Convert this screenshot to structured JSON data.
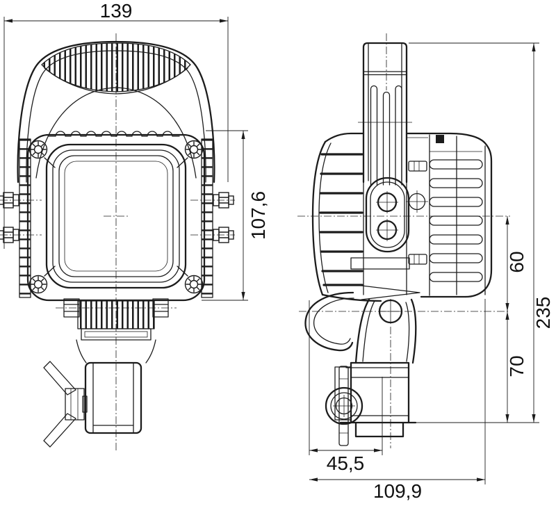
{
  "drawing": {
    "type": "technical-drawing-2-views",
    "views": {
      "front": "front-view",
      "side": "side-view"
    },
    "colors": {
      "line": "#1c1c1c",
      "background": "#ffffff"
    },
    "dimensions": {
      "width": "139",
      "body_height": "107,6",
      "axis_to_pivot": "60",
      "overall_height": "235",
      "pivot_to_base": "70",
      "front_to_clamp_axis": "45,5",
      "overall_depth": "109,9"
    }
  }
}
